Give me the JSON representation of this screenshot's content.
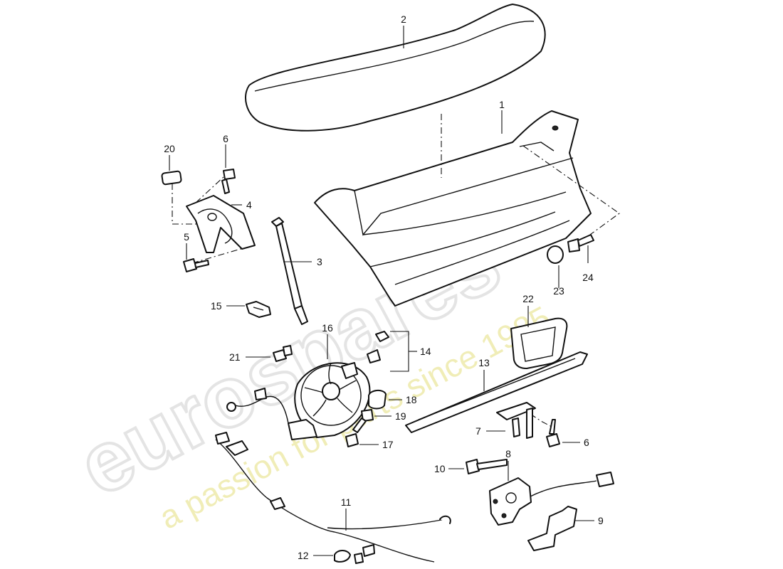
{
  "watermark": {
    "brand": "eurospares",
    "tagline": "a passion for parts since 1985"
  },
  "callouts": {
    "c1": "1",
    "c2": "2",
    "c3": "3",
    "c4": "4",
    "c5": "5",
    "c6a": "6",
    "c6b": "6",
    "c7": "7",
    "c8": "8",
    "c9": "9",
    "c10": "10",
    "c11": "11",
    "c12": "12",
    "c13": "13",
    "c14": "14",
    "c15": "15",
    "c16": "16",
    "c17": "17",
    "c18": "18",
    "c19": "19",
    "c20": "20",
    "c21": "21",
    "c22": "22",
    "c23": "23",
    "c24": "24"
  },
  "colors": {
    "line": "#111111",
    "watermark_grey": "#e4e4e4",
    "watermark_yellow": "#ece7a0"
  }
}
